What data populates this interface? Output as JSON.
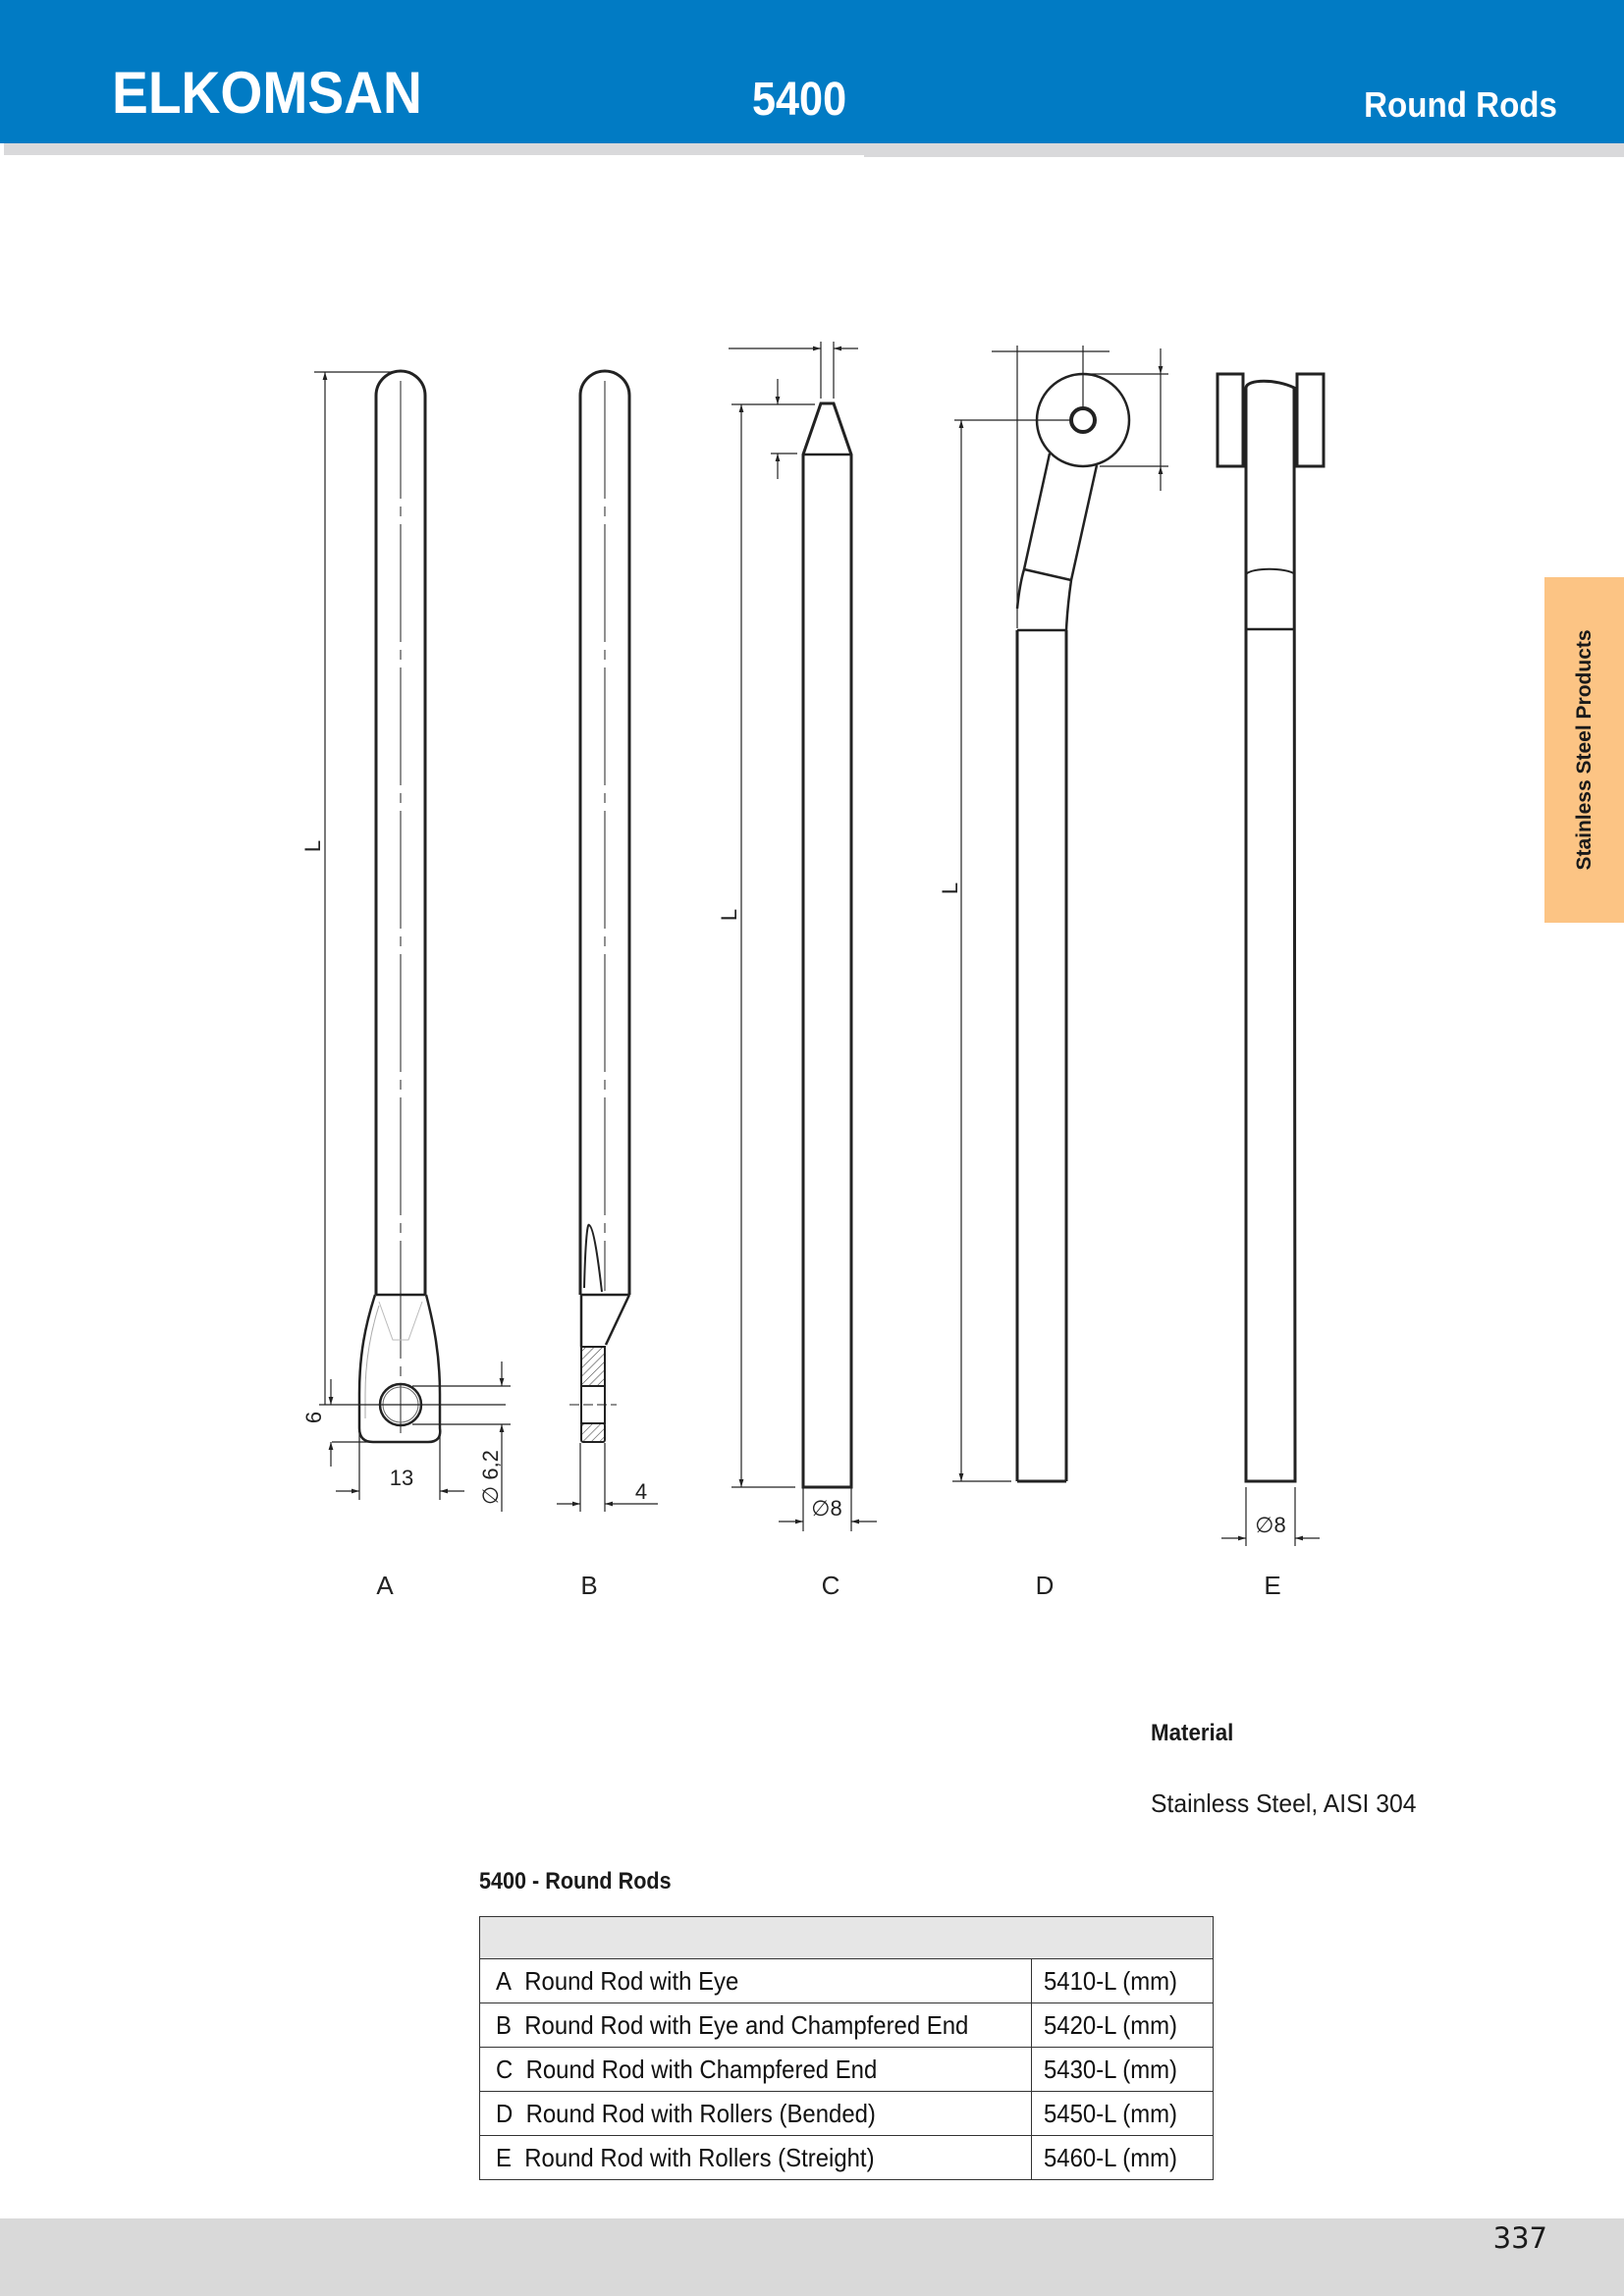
{
  "header": {
    "brand": "ELKOMSAN",
    "code": "5400",
    "title": "Round Rods",
    "color": "#017bc4"
  },
  "side_tab": {
    "label": "Stainless Steel Products",
    "color": "#fcc484"
  },
  "drawing": {
    "length_label": "L",
    "variants": [
      "A",
      "B",
      "C",
      "D",
      "E"
    ],
    "dimensions": {
      "a_eye_offset": "6",
      "a_eye_width": "13",
      "a_hole_diameter": "∅ 6,2",
      "b_thickness": "4",
      "c_diameter": "∅8",
      "e_diameter": "∅8"
    }
  },
  "material": {
    "label": "Material",
    "value": "Stainless Steel, AISI 304"
  },
  "table": {
    "title": "5400 - Round Rods",
    "rows": [
      {
        "letter": "A",
        "description": "Round Rod with Eye",
        "code": "5410-L (mm)"
      },
      {
        "letter": "B",
        "description": "Round Rod with Eye and Champfered End",
        "code": "5420-L (mm)"
      },
      {
        "letter": "C",
        "description": "Round Rod with Champfered End",
        "code": "5430-L (mm)"
      },
      {
        "letter": "D",
        "description": "Round Rod with Rollers (Bended)",
        "code": "5450-L (mm)"
      },
      {
        "letter": "E",
        "description": "Round Rod with Rollers (Streight)",
        "code": "5460-L (mm)"
      }
    ]
  },
  "footer": {
    "page_number": "337"
  }
}
